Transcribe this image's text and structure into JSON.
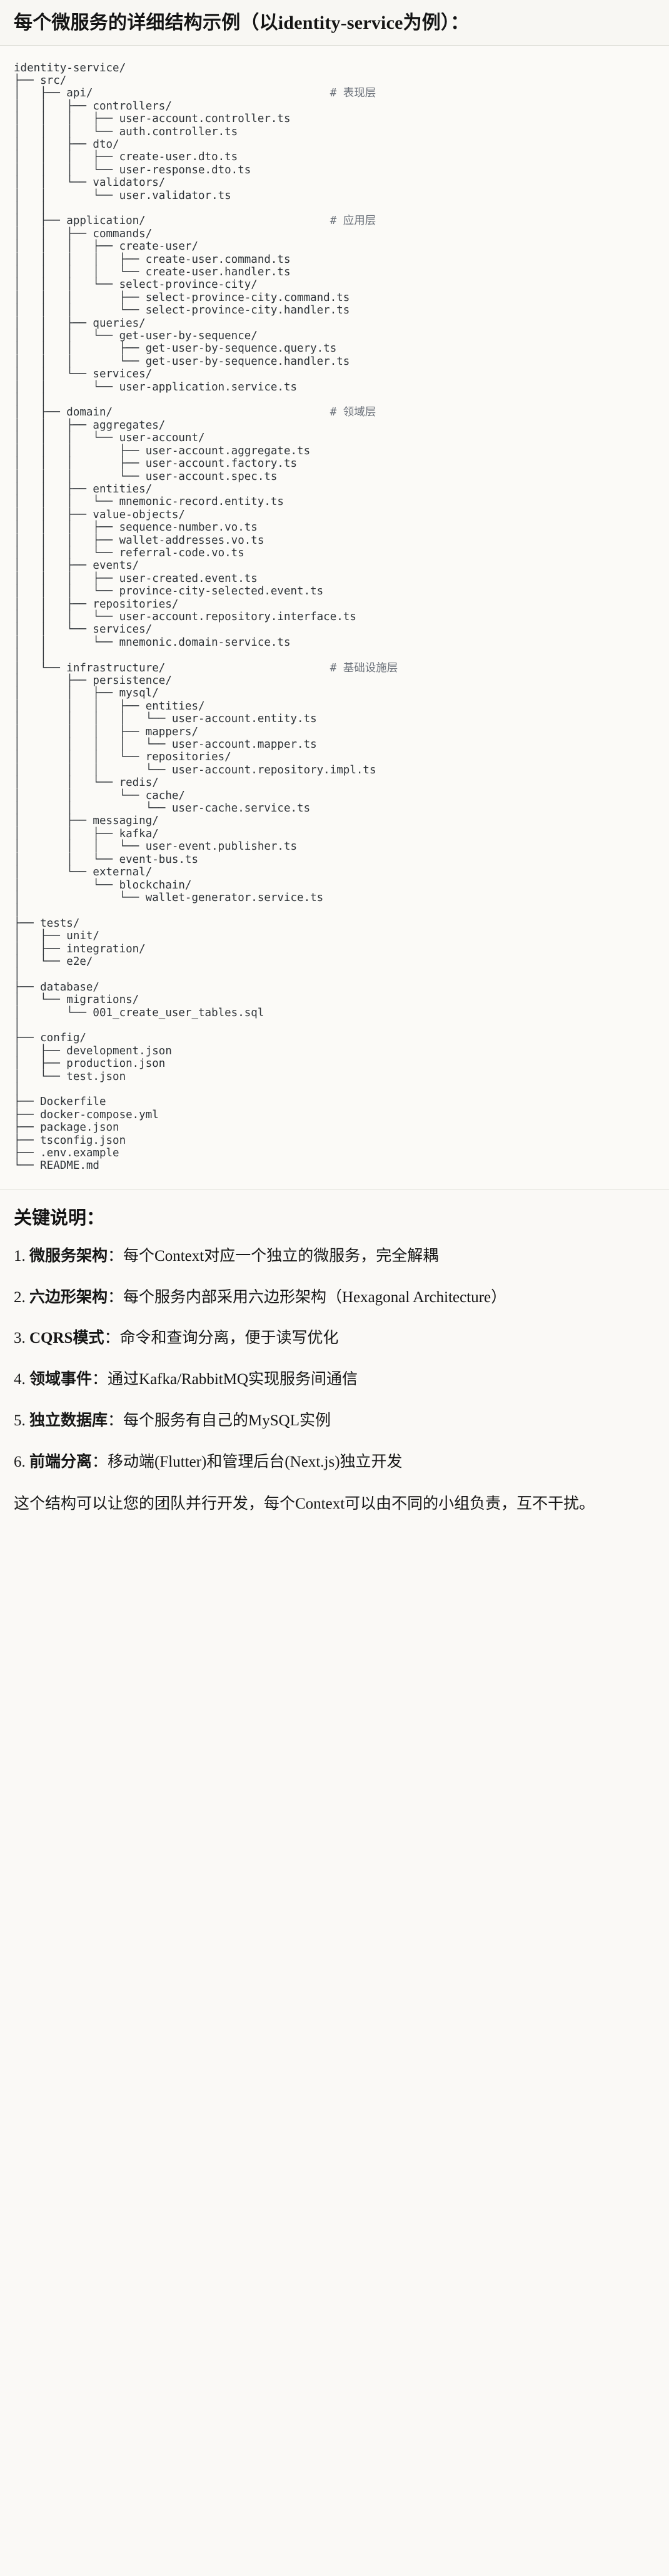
{
  "header": {
    "title": "每个微服务的详细结构示例（以identity-service为例）："
  },
  "tree": {
    "root": "identity-service/",
    "lines": [
      {
        "prefix": "",
        "name": "identity-service/",
        "comment": ""
      },
      {
        "prefix": "├── ",
        "name": "src/",
        "comment": ""
      },
      {
        "prefix": "│   ├── ",
        "name": "api/",
        "comment": "# 表现层"
      },
      {
        "prefix": "│   │   ├── ",
        "name": "controllers/",
        "comment": ""
      },
      {
        "prefix": "│   │   │   ├── ",
        "name": "user-account.controller.ts",
        "comment": ""
      },
      {
        "prefix": "│   │   │   └── ",
        "name": "auth.controller.ts",
        "comment": ""
      },
      {
        "prefix": "│   │   ├── ",
        "name": "dto/",
        "comment": ""
      },
      {
        "prefix": "│   │   │   ├── ",
        "name": "create-user.dto.ts",
        "comment": ""
      },
      {
        "prefix": "│   │   │   └── ",
        "name": "user-response.dto.ts",
        "comment": ""
      },
      {
        "prefix": "│   │   └── ",
        "name": "validators/",
        "comment": ""
      },
      {
        "prefix": "│   │       └── ",
        "name": "user.validator.ts",
        "comment": ""
      },
      {
        "prefix": "│   │",
        "name": "",
        "comment": ""
      },
      {
        "prefix": "│   ├── ",
        "name": "application/",
        "comment": "# 应用层"
      },
      {
        "prefix": "│   │   ├── ",
        "name": "commands/",
        "comment": ""
      },
      {
        "prefix": "│   │   │   ├── ",
        "name": "create-user/",
        "comment": ""
      },
      {
        "prefix": "│   │   │   │   ├── ",
        "name": "create-user.command.ts",
        "comment": ""
      },
      {
        "prefix": "│   │   │   │   └── ",
        "name": "create-user.handler.ts",
        "comment": ""
      },
      {
        "prefix": "│   │   │   └── ",
        "name": "select-province-city/",
        "comment": ""
      },
      {
        "prefix": "│   │   │       ├── ",
        "name": "select-province-city.command.ts",
        "comment": ""
      },
      {
        "prefix": "│   │   │       └── ",
        "name": "select-province-city.handler.ts",
        "comment": ""
      },
      {
        "prefix": "│   │   ├── ",
        "name": "queries/",
        "comment": ""
      },
      {
        "prefix": "│   │   │   └── ",
        "name": "get-user-by-sequence/",
        "comment": ""
      },
      {
        "prefix": "│   │   │       ├── ",
        "name": "get-user-by-sequence.query.ts",
        "comment": ""
      },
      {
        "prefix": "│   │   │       └── ",
        "name": "get-user-by-sequence.handler.ts",
        "comment": ""
      },
      {
        "prefix": "│   │   └── ",
        "name": "services/",
        "comment": ""
      },
      {
        "prefix": "│   │       └── ",
        "name": "user-application.service.ts",
        "comment": ""
      },
      {
        "prefix": "│   │",
        "name": "",
        "comment": ""
      },
      {
        "prefix": "│   ├── ",
        "name": "domain/",
        "comment": "# 领域层"
      },
      {
        "prefix": "│   │   ├── ",
        "name": "aggregates/",
        "comment": ""
      },
      {
        "prefix": "│   │   │   └── ",
        "name": "user-account/",
        "comment": ""
      },
      {
        "prefix": "│   │   │       ├── ",
        "name": "user-account.aggregate.ts",
        "comment": ""
      },
      {
        "prefix": "│   │   │       ├── ",
        "name": "user-account.factory.ts",
        "comment": ""
      },
      {
        "prefix": "│   │   │       └── ",
        "name": "user-account.spec.ts",
        "comment": ""
      },
      {
        "prefix": "│   │   ├── ",
        "name": "entities/",
        "comment": ""
      },
      {
        "prefix": "│   │   │   └── ",
        "name": "mnemonic-record.entity.ts",
        "comment": ""
      },
      {
        "prefix": "│   │   ├── ",
        "name": "value-objects/",
        "comment": ""
      },
      {
        "prefix": "│   │   │   ├── ",
        "name": "sequence-number.vo.ts",
        "comment": ""
      },
      {
        "prefix": "│   │   │   ├── ",
        "name": "wallet-addresses.vo.ts",
        "comment": ""
      },
      {
        "prefix": "│   │   │   └── ",
        "name": "referral-code.vo.ts",
        "comment": ""
      },
      {
        "prefix": "│   │   ├── ",
        "name": "events/",
        "comment": ""
      },
      {
        "prefix": "│   │   │   ├── ",
        "name": "user-created.event.ts",
        "comment": ""
      },
      {
        "prefix": "│   │   │   └── ",
        "name": "province-city-selected.event.ts",
        "comment": ""
      },
      {
        "prefix": "│   │   ├── ",
        "name": "repositories/",
        "comment": ""
      },
      {
        "prefix": "│   │   │   └── ",
        "name": "user-account.repository.interface.ts",
        "comment": ""
      },
      {
        "prefix": "│   │   └── ",
        "name": "services/",
        "comment": ""
      },
      {
        "prefix": "│   │       └── ",
        "name": "mnemonic.domain-service.ts",
        "comment": ""
      },
      {
        "prefix": "│   │",
        "name": "",
        "comment": ""
      },
      {
        "prefix": "│   └── ",
        "name": "infrastructure/",
        "comment": "# 基础设施层"
      },
      {
        "prefix": "│       ├── ",
        "name": "persistence/",
        "comment": ""
      },
      {
        "prefix": "│       │   ├── ",
        "name": "mysql/",
        "comment": ""
      },
      {
        "prefix": "│       │   │   ├── ",
        "name": "entities/",
        "comment": ""
      },
      {
        "prefix": "│       │   │   │   └── ",
        "name": "user-account.entity.ts",
        "comment": ""
      },
      {
        "prefix": "│       │   │   ├── ",
        "name": "mappers/",
        "comment": ""
      },
      {
        "prefix": "│       │   │   │   └── ",
        "name": "user-account.mapper.ts",
        "comment": ""
      },
      {
        "prefix": "│       │   │   └── ",
        "name": "repositories/",
        "comment": ""
      },
      {
        "prefix": "│       │   │       └── ",
        "name": "user-account.repository.impl.ts",
        "comment": ""
      },
      {
        "prefix": "│       │   └── ",
        "name": "redis/",
        "comment": ""
      },
      {
        "prefix": "│       │       └── ",
        "name": "cache/",
        "comment": ""
      },
      {
        "prefix": "│       │           └── ",
        "name": "user-cache.service.ts",
        "comment": ""
      },
      {
        "prefix": "│       ├── ",
        "name": "messaging/",
        "comment": ""
      },
      {
        "prefix": "│       │   ├── ",
        "name": "kafka/",
        "comment": ""
      },
      {
        "prefix": "│       │   │   └── ",
        "name": "user-event.publisher.ts",
        "comment": ""
      },
      {
        "prefix": "│       │   └── ",
        "name": "event-bus.ts",
        "comment": ""
      },
      {
        "prefix": "│       └── ",
        "name": "external/",
        "comment": ""
      },
      {
        "prefix": "│           └── ",
        "name": "blockchain/",
        "comment": ""
      },
      {
        "prefix": "│               └── ",
        "name": "wallet-generator.service.ts",
        "comment": ""
      },
      {
        "prefix": "│",
        "name": "",
        "comment": ""
      },
      {
        "prefix": "├── ",
        "name": "tests/",
        "comment": ""
      },
      {
        "prefix": "│   ├── ",
        "name": "unit/",
        "comment": ""
      },
      {
        "prefix": "│   ├── ",
        "name": "integration/",
        "comment": ""
      },
      {
        "prefix": "│   └── ",
        "name": "e2e/",
        "comment": ""
      },
      {
        "prefix": "│",
        "name": "",
        "comment": ""
      },
      {
        "prefix": "├── ",
        "name": "database/",
        "comment": ""
      },
      {
        "prefix": "│   └── ",
        "name": "migrations/",
        "comment": ""
      },
      {
        "prefix": "│       └── ",
        "name": "001_create_user_tables.sql",
        "comment": ""
      },
      {
        "prefix": "│",
        "name": "",
        "comment": ""
      },
      {
        "prefix": "├── ",
        "name": "config/",
        "comment": ""
      },
      {
        "prefix": "│   ├── ",
        "name": "development.json",
        "comment": ""
      },
      {
        "prefix": "│   ├── ",
        "name": "production.json",
        "comment": ""
      },
      {
        "prefix": "│   └── ",
        "name": "test.json",
        "comment": ""
      },
      {
        "prefix": "│",
        "name": "",
        "comment": ""
      },
      {
        "prefix": "├── ",
        "name": "Dockerfile",
        "comment": ""
      },
      {
        "prefix": "├── ",
        "name": "docker-compose.yml",
        "comment": ""
      },
      {
        "prefix": "├── ",
        "name": "package.json",
        "comment": ""
      },
      {
        "prefix": "├── ",
        "name": "tsconfig.json",
        "comment": ""
      },
      {
        "prefix": "├── ",
        "name": ".env.example",
        "comment": ""
      },
      {
        "prefix": "└── ",
        "name": "README.md",
        "comment": ""
      }
    ],
    "comment_column": 48
  },
  "notes": {
    "title": "关键说明：",
    "items": [
      {
        "num": "1.",
        "label": "微服务架构",
        "sep": "：",
        "text": "每个Context对应一个独立的微服务，完全解耦"
      },
      {
        "num": "2.",
        "label": "六边形架构",
        "sep": "：",
        "text": "每个服务内部采用六边形架构（Hexagonal Architecture）"
      },
      {
        "num": "3.",
        "label": "CQRS模式",
        "sep": "：",
        "text": "命令和查询分离，便于读写优化"
      },
      {
        "num": "4.",
        "label": "领域事件",
        "sep": "：",
        "text": "通过Kafka/RabbitMQ实现服务间通信"
      },
      {
        "num": "5.",
        "label": "独立数据库",
        "sep": "：",
        "text": "每个服务有自己的MySQL实例"
      },
      {
        "num": "6.",
        "label": "前端分离",
        "sep": "：",
        "text": "移动端(Flutter)和管理后台(Next.js)独立开发"
      }
    ],
    "closing": "这个结构可以让您的团队并行开发，每个Context可以由不同的小组负责，互不干扰。"
  },
  "colors": {
    "page_background": "#faf9f6",
    "code_background": "#fbfaf7",
    "code_text": "#2e3338",
    "comment_text": "#6a7079",
    "heading_text": "#141414",
    "divider": "#dcdcd6"
  }
}
